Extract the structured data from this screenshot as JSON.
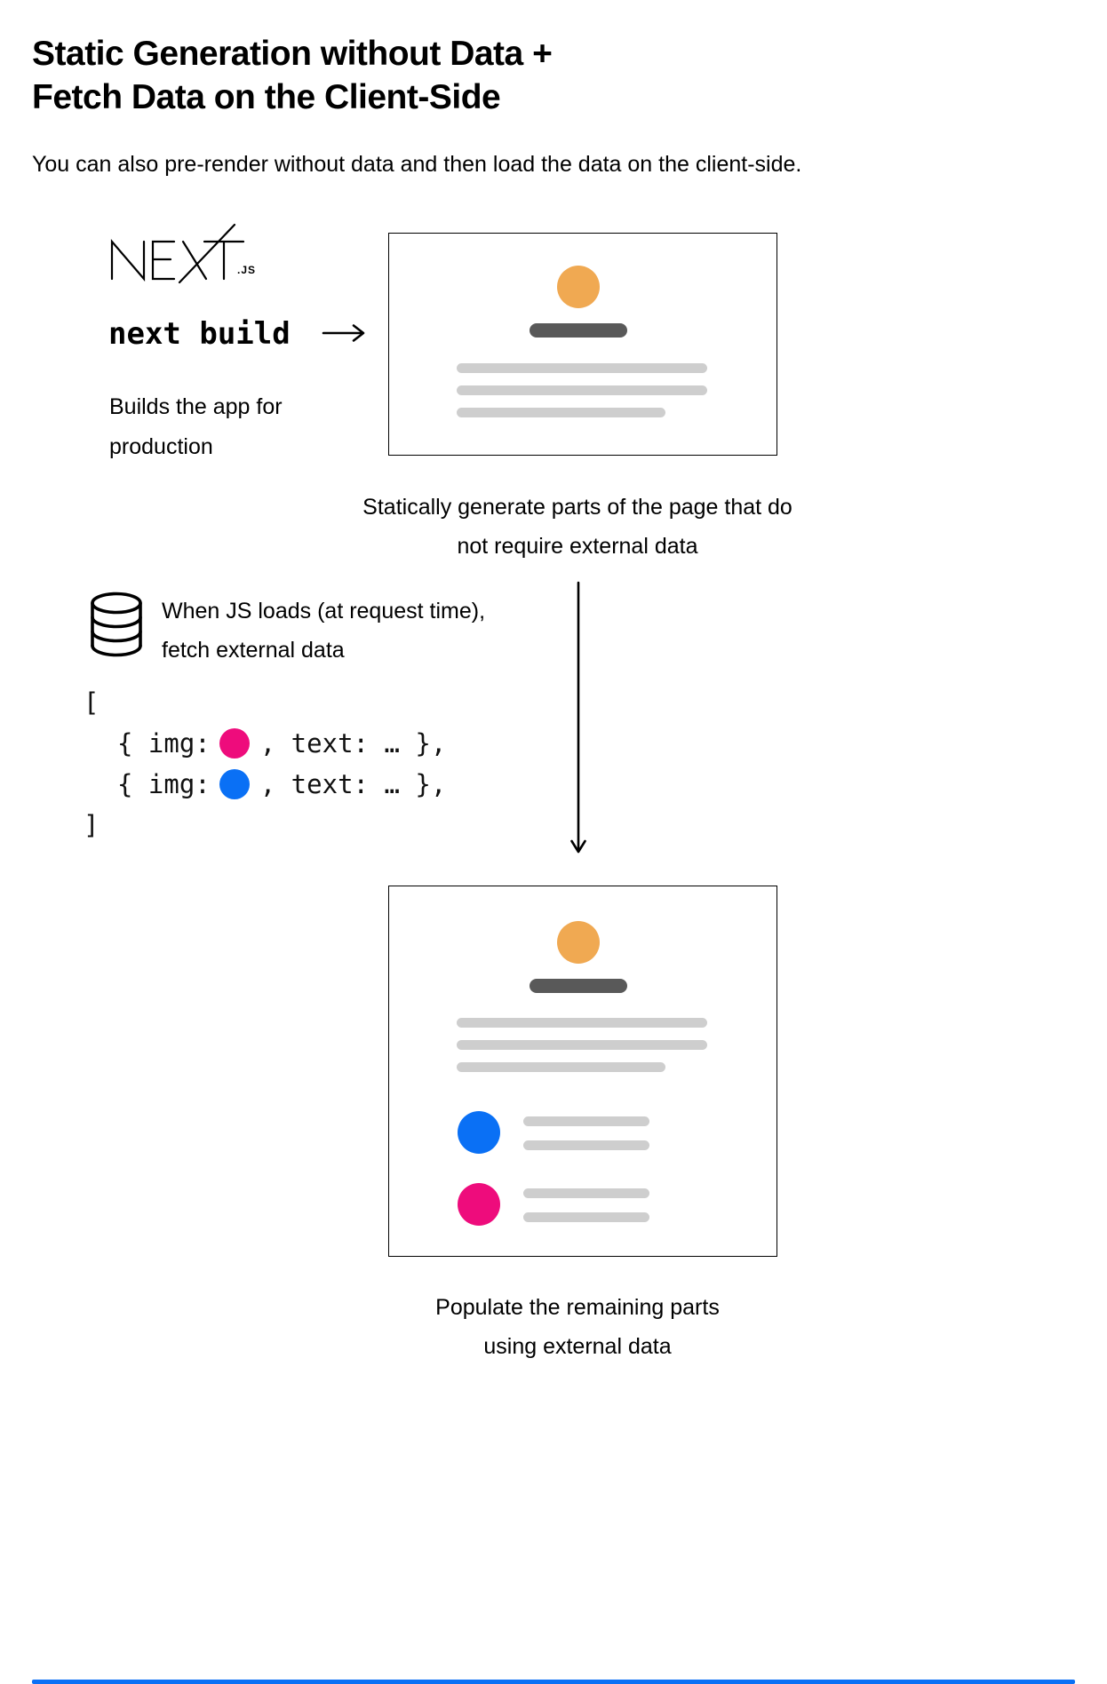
{
  "header": {
    "title_line1": "Static Generation without Data +",
    "title_line2": "Fetch Data on the Client-Side",
    "intro": "You can also pre-render without data and then load the data on the client-side."
  },
  "build": {
    "logo_word": "NEXT",
    "logo_suffix": ".JS",
    "command": "next build",
    "caption_line1": "Builds the app for",
    "caption_line2": "production"
  },
  "static_result": {
    "caption_line1": "Statically generate parts of the page that do",
    "caption_line2": "not require external data"
  },
  "client_fetch": {
    "line1": "When JS loads (at request time),",
    "line2": "fetch external data",
    "code": {
      "open_bracket": "[",
      "item_prefix": "{ img:",
      "item_suffix": ", text: … },",
      "close_bracket": "]"
    }
  },
  "final_result": {
    "caption_line1": "Populate the remaining parts",
    "caption_line2": "using external data"
  },
  "colors": {
    "avatar_orange": "#F0A952",
    "img_pink": "#EE0C7C",
    "img_blue": "#0A70F5",
    "bar_dark": "#595959",
    "bar_light": "#CECECE",
    "divider_blue": "#0A70F5"
  },
  "icons": {
    "nextjs_logo": "NEXT.JS wordmark (stroked letters with extended diagonal)",
    "database_icon": "database cylinder outline",
    "arrow_right_icon": "thin right arrow",
    "arrow_down_icon": "long thin down arrow"
  }
}
